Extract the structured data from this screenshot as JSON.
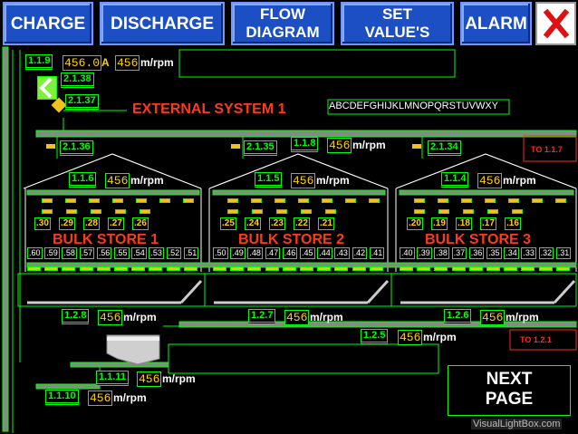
{
  "nav": {
    "charge": "CHARGE",
    "discharge": "DISCHARGE",
    "flow_diagram_1": "FLOW",
    "flow_diagram_2": "DIAGRAM",
    "set_values_1": "SET",
    "set_values_2": "VALUE'S",
    "alarm": "ALARM",
    "close_icon": "close-x-icon"
  },
  "top": {
    "tag_119": "1.1.9",
    "current_value": "456.0",
    "current_unit": "A",
    "rpm_value": "456",
    "rpm_unit": "m/rpm",
    "tag_2138": "2.1.38",
    "tag_2137": "2.1.37",
    "external_system": "EXTERNAL SYSTEM 1",
    "alphabet": "ABCDEFGHIJKLMNOPQRSTUVWXY"
  },
  "header_row": {
    "tag_2136": "2.1.36",
    "tag_2135": "2.1.35",
    "tag_118": "1.1.8",
    "rpm_118": "456",
    "tag_2134": "2.1.34",
    "to_117": "TO 1.1.7"
  },
  "stores": [
    {
      "name": "BULK STORE 1",
      "feeder_tag": "1.1.6",
      "feeder_rpm": "456",
      "bins": [
        ".30",
        ".29",
        ".28",
        ".27",
        ".26"
      ],
      "slots": [
        ".60",
        ".59",
        ".58",
        ".57",
        ".56",
        ".55",
        ".54",
        ".53",
        ".52",
        ".51"
      ],
      "discharge_tag": "1.2.8",
      "discharge_rpm": "456"
    },
    {
      "name": "BULK STORE 2",
      "feeder_tag": "1.1.5",
      "feeder_rpm": "456",
      "bins": [
        ".25",
        ".24",
        ".23",
        ".22",
        ".21"
      ],
      "slots": [
        ".50",
        ".49",
        ".48",
        ".47",
        ".46",
        ".45",
        ".44",
        ".43",
        ".42",
        ".41"
      ],
      "discharge_tag": "1.2.7",
      "discharge_rpm": "456"
    },
    {
      "name": "BULK STORE 3",
      "feeder_tag": "1.1.4",
      "feeder_rpm": "456",
      "bins": [
        ".20",
        ".19",
        ".18",
        ".17",
        ".16"
      ],
      "slots": [
        ".40",
        ".39",
        ".38",
        ".37",
        ".36",
        ".35",
        ".34",
        ".33",
        ".32",
        ".31"
      ],
      "discharge_tag": "1.2.6",
      "discharge_rpm": "456"
    }
  ],
  "unit": "m/rpm",
  "bottom": {
    "tag_125": "1.2.5",
    "rpm_125": "456",
    "to_121": "TO 1.2.1",
    "tag_111": "1.1.11",
    "rpm_111": "456",
    "tag_110": "1.1.10",
    "rpm_110": "456",
    "next_1": "NEXT",
    "next_2": "PAGE",
    "watermark": "VisualLightBox.com"
  },
  "colors": {
    "background": "#000000",
    "line": "#00ff00",
    "value": "#ffd200",
    "alarm_text": "#ff3a1a",
    "nav_button": "#1d4fc4"
  }
}
